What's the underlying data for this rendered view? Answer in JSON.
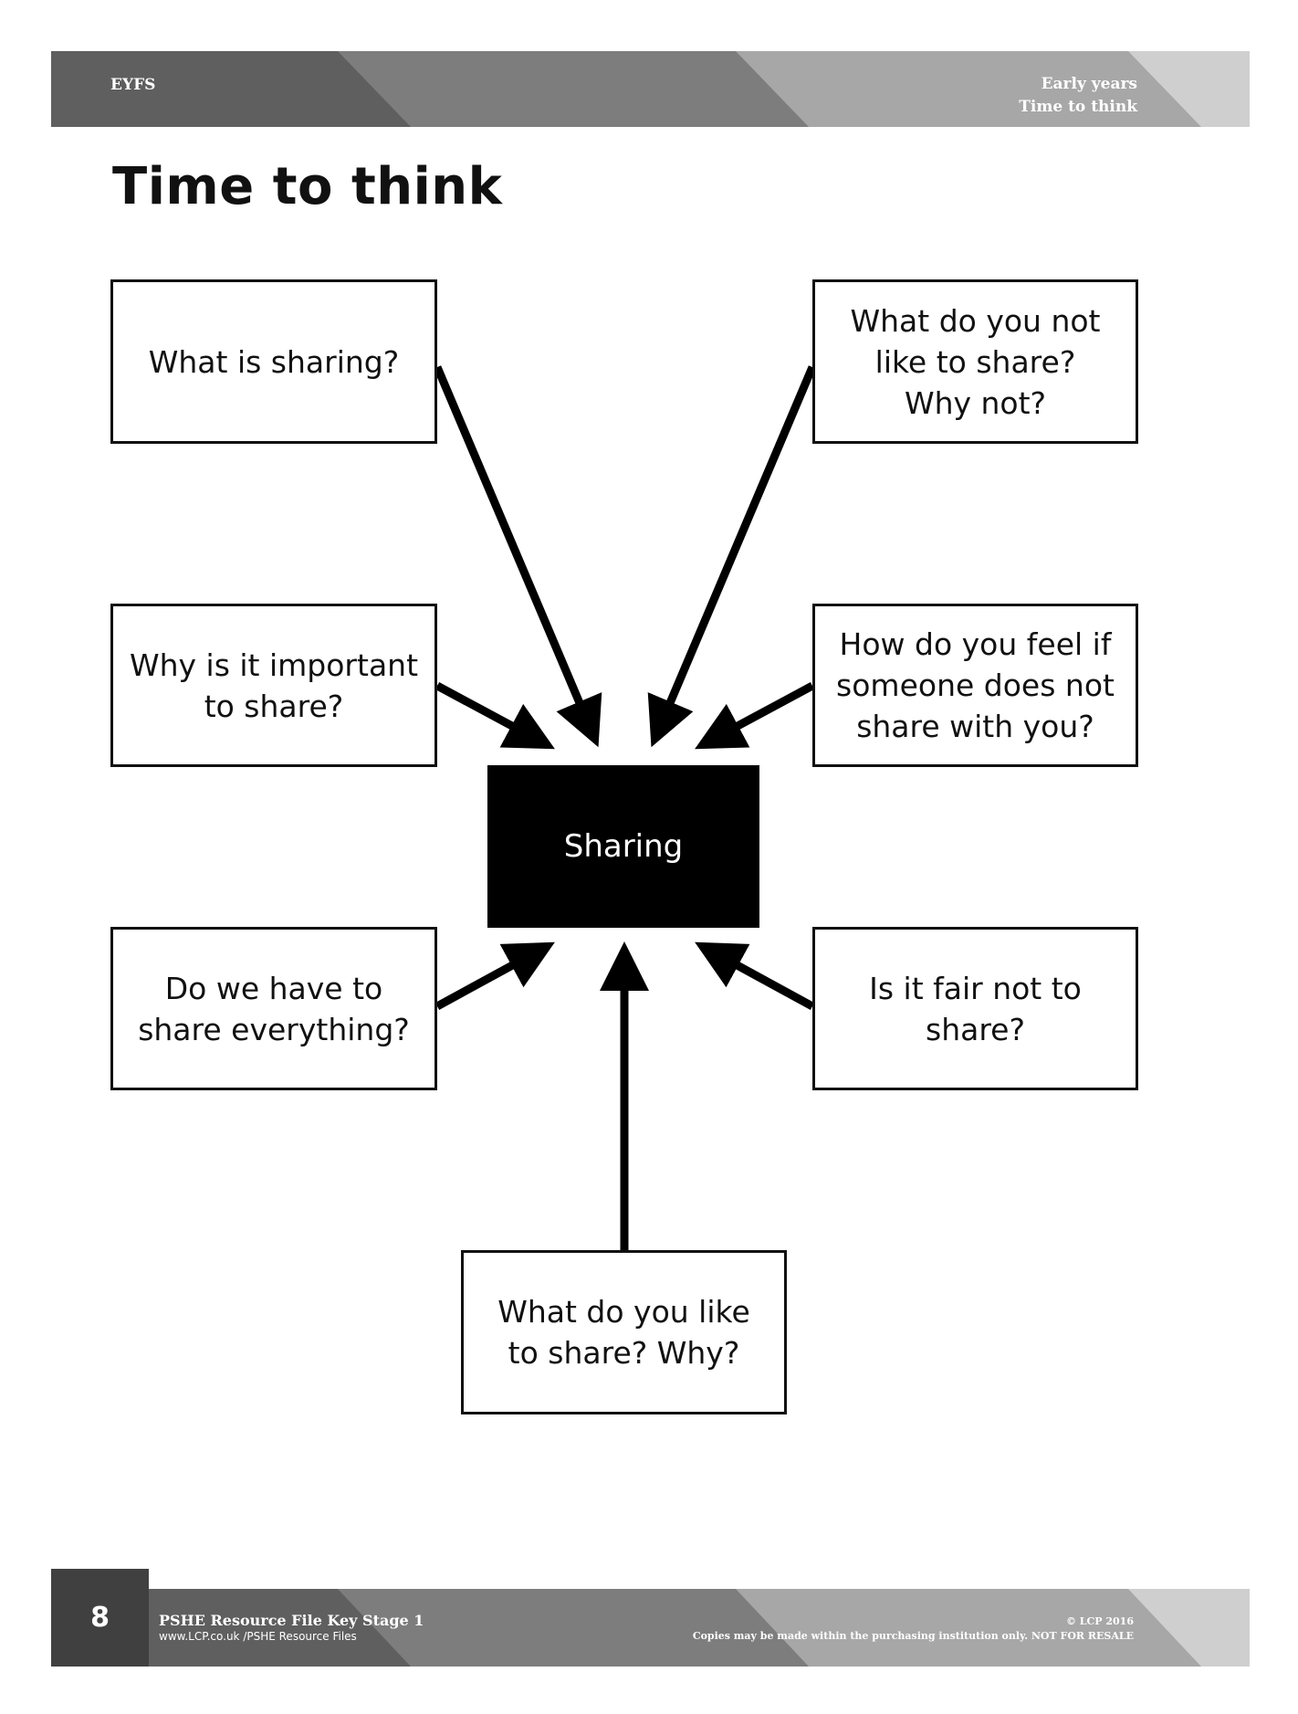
{
  "header": {
    "section": "EYFS",
    "right_line1": "Early years",
    "right_line2": "Time to think"
  },
  "title": "Time to think",
  "diagram": {
    "center": "Sharing",
    "questions": {
      "top_left": [
        "What is sharing?"
      ],
      "top_right": [
        "What do you not",
        "like to share?",
        "Why not?"
      ],
      "mid_left": [
        "Why is it important",
        "to share?"
      ],
      "mid_right": [
        "How do you feel if",
        "someone does not",
        "share with you?"
      ],
      "low_left": [
        "Do we have to",
        "share everything?"
      ],
      "low_right": [
        "Is it fair not to",
        "share?"
      ],
      "bottom": [
        "What do you like",
        "to share? Why?"
      ]
    }
  },
  "footer": {
    "page_number": "8",
    "publication": "PSHE Resource File Key Stage 1",
    "web": "www.LCP.co.uk /PSHE Resource Files",
    "copyright": "© LCP 2016",
    "licence": "Copies may be made within the purchasing institution only. NOT FOR RESALE"
  },
  "colors": {
    "band_dark": "#5f5f5f",
    "band_mid": "#7d7d7d",
    "band_light": "#a7a7a7",
    "page_number_box": "#404040"
  }
}
